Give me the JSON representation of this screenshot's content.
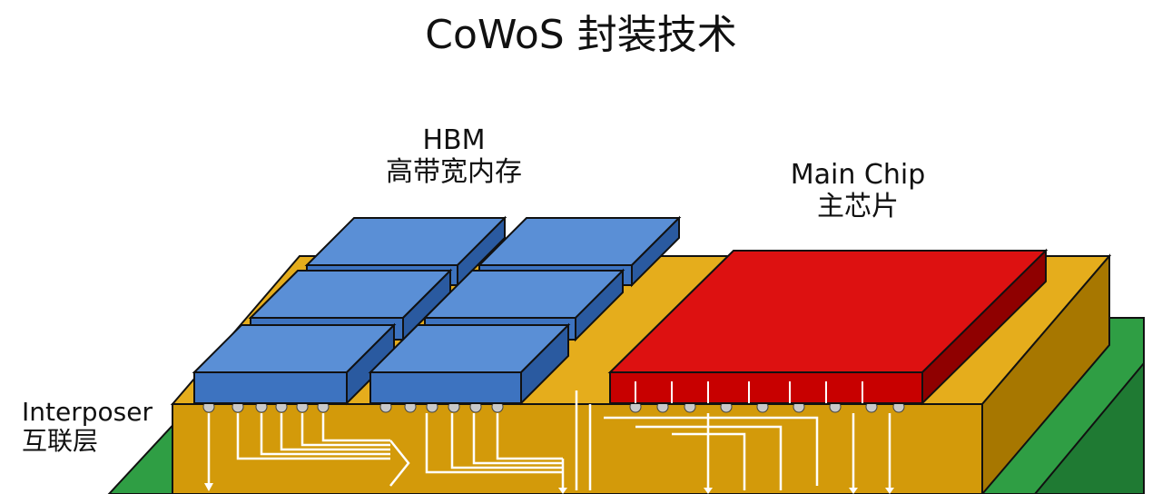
{
  "title": "CoWoS 封装技术",
  "labels": {
    "hbm": {
      "line1": "HBM",
      "line2": "高带宽内存"
    },
    "main_chip": {
      "line1": "Main Chip",
      "line2": "主芯片"
    },
    "interposer": {
      "line1": "Interposer",
      "line2": "互联层"
    }
  },
  "colors": {
    "substrate": "#2f9e44",
    "interposer": "#d39a0a",
    "hbm": "#3d73c0",
    "main_chip": "#c80000",
    "bump": "#c9c9c9",
    "trace": "#ffffff"
  }
}
